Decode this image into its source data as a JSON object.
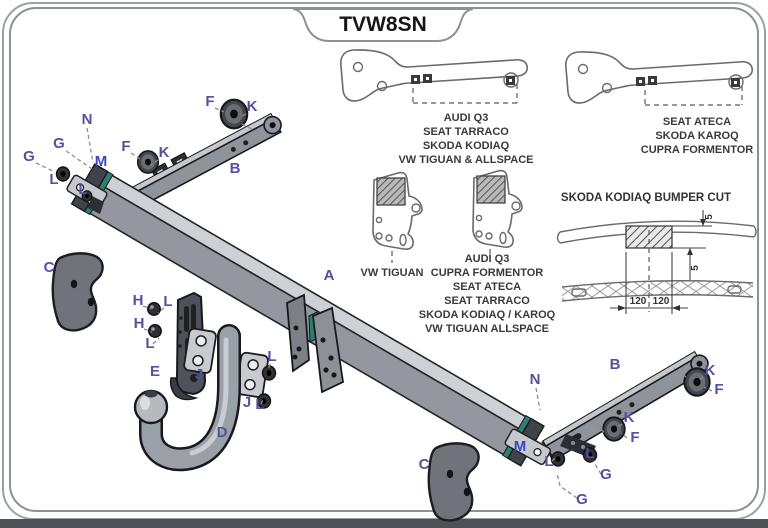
{
  "title": "TVW8SN",
  "parts": {
    "A": "A",
    "B": "B",
    "C": "C",
    "D": "D",
    "E": "E",
    "F": "F",
    "G": "G",
    "H": "H",
    "J": "J",
    "K": "K",
    "L": "L",
    "M": "M",
    "N": "N"
  },
  "panels": {
    "top_left_bracket": {
      "vehicles": [
        "AUDI Q3",
        "SEAT TARRACO",
        "SKODA KODIAQ",
        "VW TIGUAN & ALLSPACE"
      ]
    },
    "top_right_bracket": {
      "vehicles": [
        "SEAT ATECA",
        "SKODA KAROQ",
        "CUPRA FORMENTOR"
      ]
    },
    "mount_plate_left": {
      "label": "VW TIGUAN"
    },
    "mount_plate_right": {
      "vehicles": [
        "AUDI Q3",
        "CUPRA FORMENTOR",
        "SEAT ATECA",
        "SEAT TARRACO",
        "SKODA KODIAQ / KAROQ",
        "VW TIGUAN ALLSPACE"
      ]
    },
    "bumper_cut": {
      "heading": "SKODA KODIAQ BUMPER CUT",
      "width_left": "120",
      "width_right": "120",
      "depth_top": "5",
      "depth_bottom": "5"
    }
  },
  "colors": {
    "label": "#55509f",
    "label_highlight": "#3a46c5",
    "teal_accent": "#2e7e75",
    "steel_light": "#cdd0d5",
    "steel_mid": "#94979d",
    "steel_dark": "#3f434a"
  }
}
